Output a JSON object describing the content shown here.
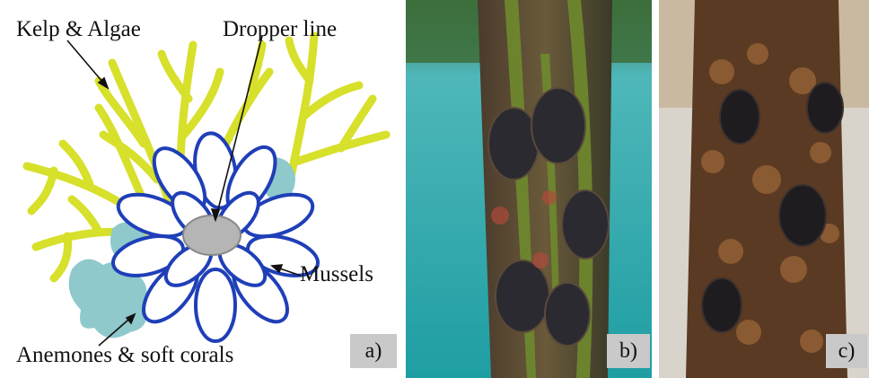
{
  "panel_a": {
    "labels": {
      "kelp": "Kelp & Algae",
      "dropper": "Dropper line",
      "mussels": "Mussels",
      "anemones": "Anemones & soft corals"
    },
    "tag": "a)"
  },
  "panel_b": {
    "tag": "b)"
  },
  "panel_c": {
    "tag": "c)"
  },
  "colors": {
    "kelp": "#d7e02a",
    "mussel_blue": "#1f3fb8",
    "anemone": "#8fc9cc",
    "dropper": "#b5b5b5",
    "tag_bg": "#c9c9c9"
  }
}
